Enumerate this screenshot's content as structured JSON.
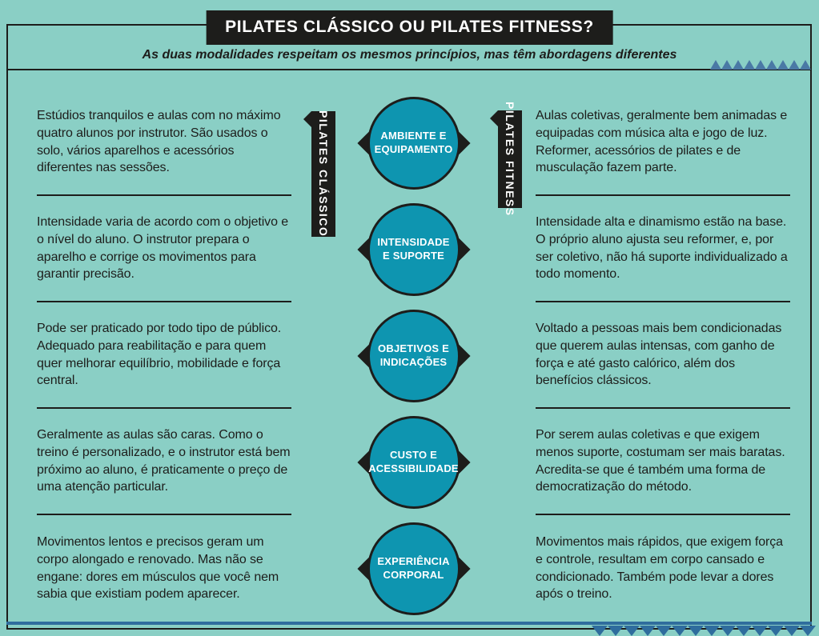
{
  "header": {
    "title": "PILATES CLÁSSICO OU PILATES FITNESS?",
    "subtitle": "As duas modalidades respeitam os mesmos princípios, mas têm abordagens diferentes"
  },
  "ribbons": {
    "left": "PILATES CLÁSSICO",
    "right": "PILATES FITNESS"
  },
  "rows": [
    {
      "category_line1": "AMBIENTE E",
      "category_line2": "EQUIPAMENTO",
      "left": "Estúdios tranquilos e aulas com no máximo quatro alunos por instrutor. São usados o solo, vários aparelhos e acessórios diferentes nas sessões.",
      "right": "Aulas coletivas, geralmente bem animadas e equipadas com música alta e jogo de luz. Reformer, acessórios de pilates e de musculação fazem parte."
    },
    {
      "category_line1": "INTENSIDADE",
      "category_line2": "E SUPORTE",
      "left": "Intensidade varia de acordo com o objetivo e o nível do aluno. O instrutor prepara o aparelho e corrige os movimentos para garantir precisão.",
      "right": "Intensidade alta e dinamismo estão na base. O próprio aluno ajusta seu reformer, e, por ser coletivo, não há suporte individualizado a todo momento."
    },
    {
      "category_line1": "OBJETIVOS E",
      "category_line2": "INDICAÇÕES",
      "left": "Pode ser praticado por todo tipo de público. Adequado para reabilitação e para quem quer melhorar equilíbrio, mobilidade e força central.",
      "right": "Voltado a pessoas mais bem condicionadas que querem aulas intensas, com ganho de força e até gasto calórico, além dos benefícios clássicos."
    },
    {
      "category_line1": "CUSTO E",
      "category_line2": "ACESSIBILIDADE",
      "left": "Geralmente as aulas são caras. Como o treino é personalizado, e o instrutor está bem próximo ao aluno, é praticamente o preço de uma atenção particular.",
      "right": "Por serem aulas coletivas e que exigem menos suporte, costumam ser mais baratas. Acredita-se que é também uma forma de democratização do método."
    },
    {
      "category_line1": "EXPERIÊNCIA",
      "category_line2": "CORPORAL",
      "left": "Movimentos lentos e precisos geram um corpo alongado e renovado. Mas não se engane: dores em músculos que você nem sabia que existiam podem aparecer.",
      "right": "Movimentos mais rápidos, que exigem força e controle, resultam em corpo cansado e condicionado. Também pode levar a dores após o treino."
    }
  ],
  "colors": {
    "background": "#8acfc5",
    "ink": "#1d1d1b",
    "circle": "#0e95b0",
    "accent_blue": "#2f6d9d",
    "zigzag_top": "#4a79a5"
  }
}
